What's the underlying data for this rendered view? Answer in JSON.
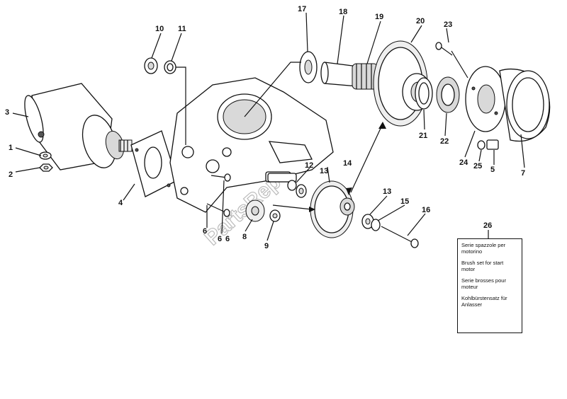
{
  "watermark": "PartsRepublik",
  "labels": {
    "p1": "1",
    "p2": "2",
    "p3": "3",
    "p4": "4",
    "p5": "5",
    "p6a": "6",
    "p6b": "6",
    "p6c": "6",
    "p7": "7",
    "p8": "8",
    "p9": "9",
    "p10": "10",
    "p11": "11",
    "p12": "12",
    "p13a": "13",
    "p13b": "13",
    "p14": "14",
    "p15": "15",
    "p16": "16",
    "p17": "17",
    "p18": "18",
    "p19": "19",
    "p20": "20",
    "p21": "21",
    "p22": "22",
    "p23": "23",
    "p24": "24",
    "p25": "25"
  },
  "kit_box": {
    "number": "26",
    "lines": [
      "Serie spazzole per motorino",
      "Brush set for start motor",
      "Serie brosses pour moteur",
      "Kohlbürstensatz für Anlasser"
    ]
  }
}
